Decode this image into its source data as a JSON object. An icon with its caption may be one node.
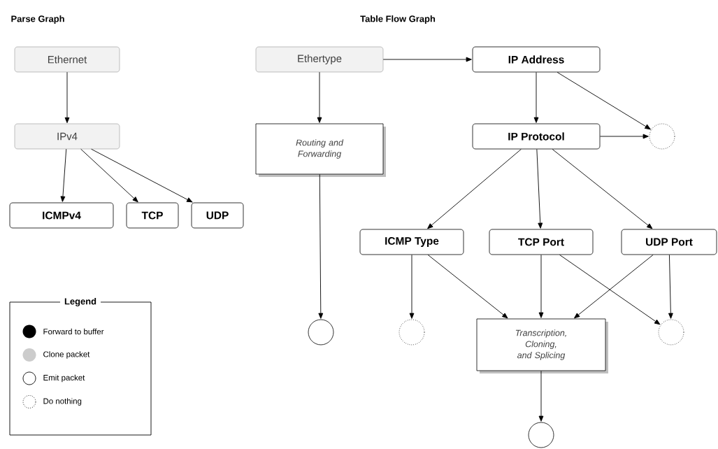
{
  "diagram": {
    "nodes": [
      {
        "text": [
          "Ethernet"
        ]
      },
      {
        "text": [
          "IPv4"
        ]
      },
      {
        "text": [
          "ICMPv4"
        ]
      },
      {
        "text": [
          "TCP"
        ]
      },
      {
        "text": [
          "UDP"
        ]
      },
      {
        "text": [
          "Ethertype"
        ]
      },
      {
        "text": [
          "Routing and Forwarding"
        ]
      },
      {
        "text": [
          "IP Address"
        ]
      },
      {
        "text": [
          "IP Protocol"
        ]
      },
      {
        "text": [],
        "shape": "circle"
      },
      {
        "text": [
          "ICMP Type"
        ]
      },
      {
        "text": [
          "TCP Port"
        ]
      },
      {
        "text": [
          "UDP Port"
        ]
      },
      {
        "text": [],
        "shape": "circle"
      },
      {
        "text": [],
        "shape": "circle"
      },
      {
        "text": [
          "Transcription, Cloning, and Splicing"
        ]
      },
      {
        "text": [],
        "shape": "circle"
      },
      {
        "text": [],
        "shape": "circle"
      }
    ],
    "edges": [
      {
        "from": 0,
        "to": 1,
        "arrow": "to"
      },
      {
        "from": 1,
        "to": 2,
        "arrow": "to"
      },
      {
        "from": 1,
        "to": 3,
        "arrow": "to"
      },
      {
        "from": 1,
        "to": 4,
        "arrow": "to"
      },
      {
        "from": 5,
        "to": 7,
        "arrow": "to"
      },
      {
        "from": 5,
        "to": 6,
        "arrow": "to"
      },
      {
        "from": 6,
        "to": 13,
        "arrow": "to"
      },
      {
        "from": 7,
        "to": 8,
        "arrow": "to"
      },
      {
        "from": 7,
        "to": 9,
        "arrow": "to"
      },
      {
        "from": 8,
        "to": 9,
        "arrow": "to"
      },
      {
        "from": 8,
        "to": 10,
        "arrow": "to"
      },
      {
        "from": 8,
        "to": 11,
        "arrow": "to"
      },
      {
        "from": 8,
        "to": 12,
        "arrow": "to"
      },
      {
        "from": 10,
        "to": 14,
        "arrow": "to"
      },
      {
        "from": 10,
        "to": 15,
        "arrow": "to"
      },
      {
        "from": 11,
        "to": 15,
        "arrow": "to"
      },
      {
        "from": 11,
        "to": 16,
        "arrow": "to"
      },
      {
        "from": 12,
        "to": 15,
        "arrow": "to"
      },
      {
        "from": 12,
        "to": 16,
        "arrow": "to"
      },
      {
        "from": 15,
        "to": 17,
        "arrow": "to"
      }
    ],
    "labels": [
      "Parse Graph",
      "Table Flow Graph",
      "Legend"
    ],
    "legend": [
      {
        "text": "Forward to buffer",
        "color": "#000000"
      },
      {
        "text": "Clone packet",
        "color": "#cccccc"
      },
      {
        "text": "Emit packet"
      },
      {
        "text": "Do nothing"
      }
    ]
  }
}
